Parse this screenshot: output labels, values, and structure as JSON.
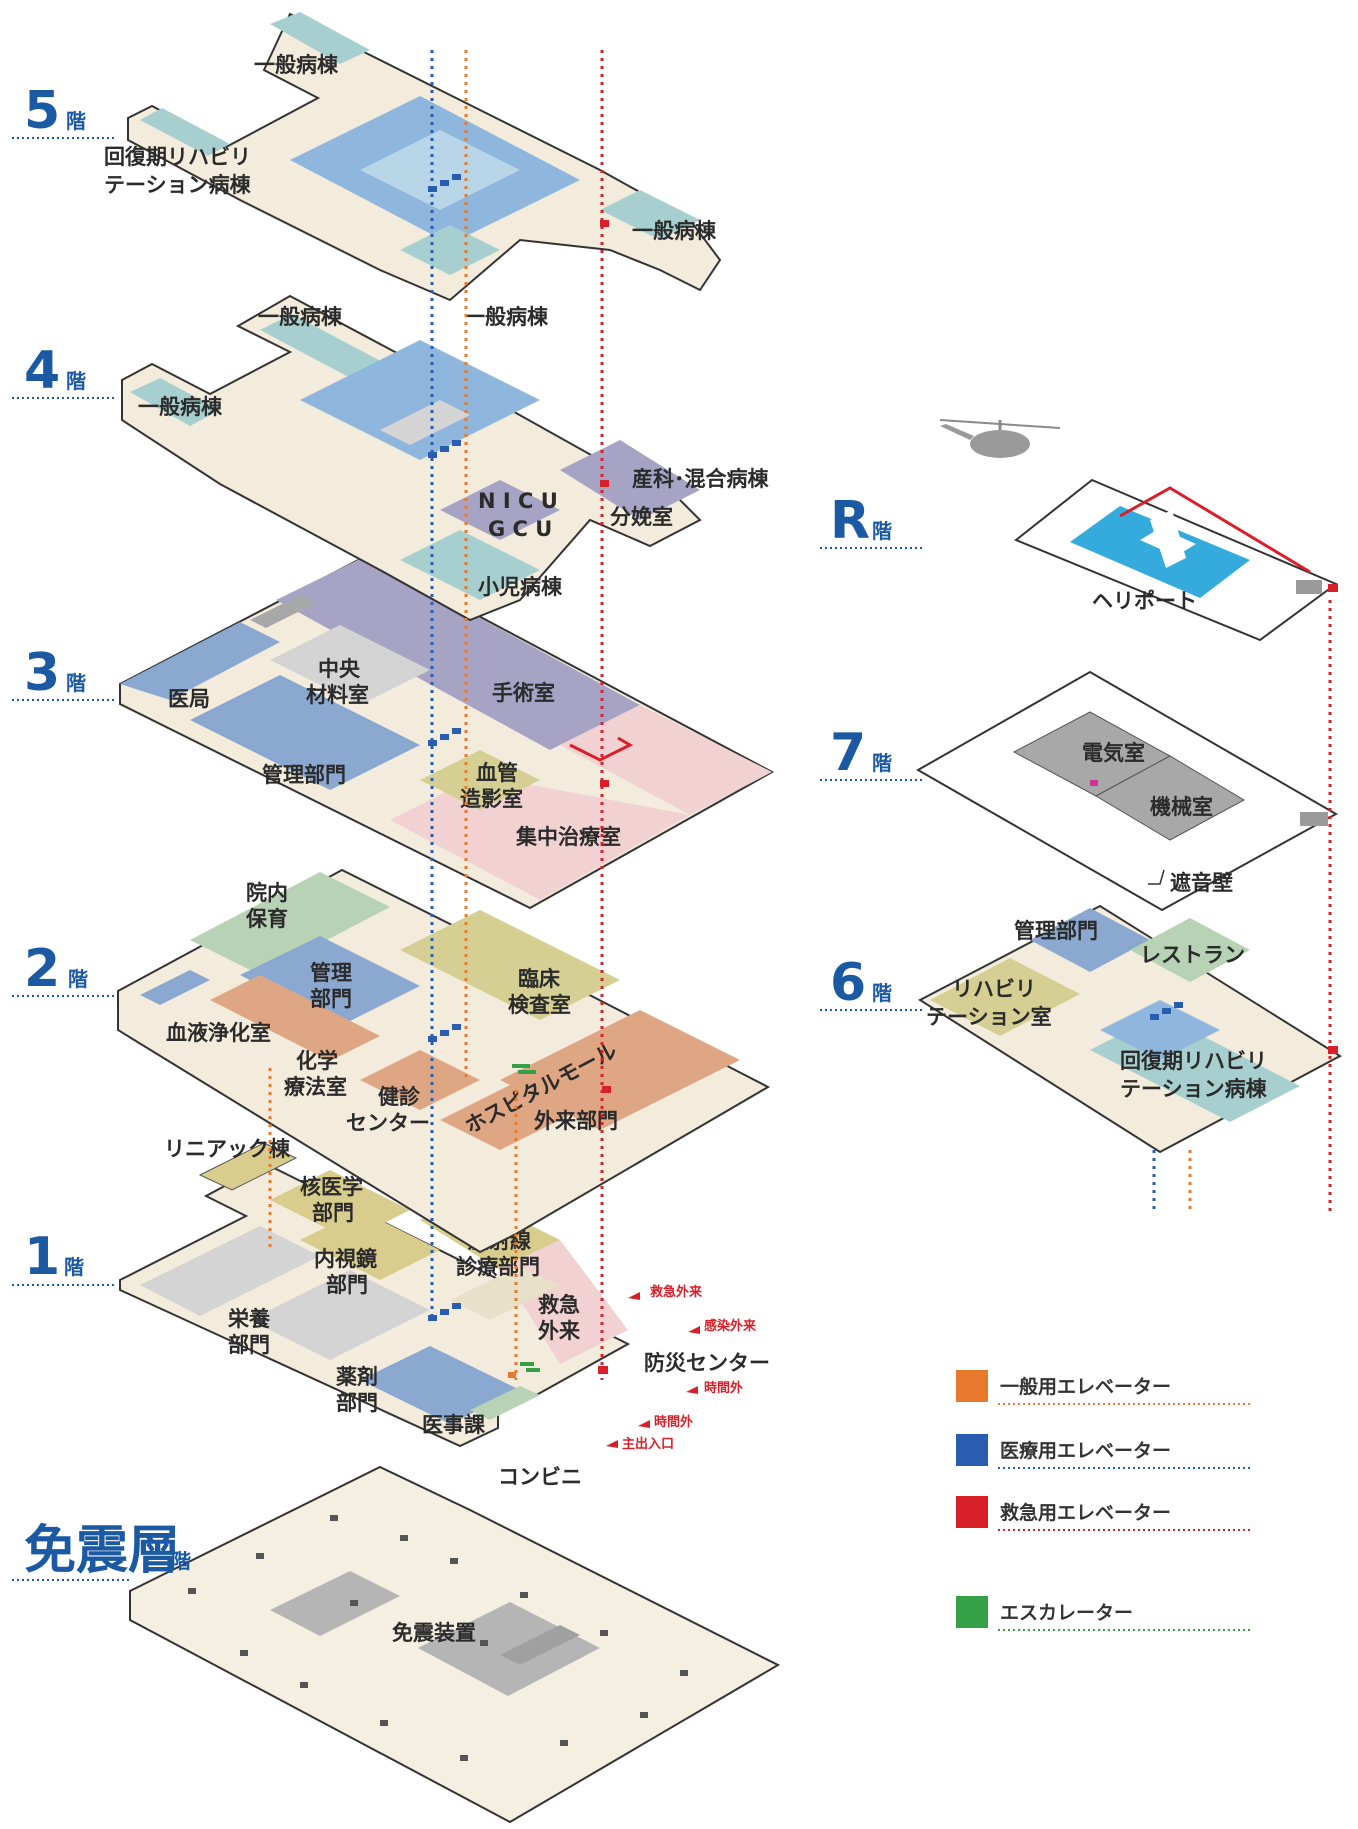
{
  "floors": {
    "f5": {
      "number": "5",
      "suffix": "階"
    },
    "f4": {
      "number": "4",
      "suffix": "階"
    },
    "f3": {
      "number": "3",
      "suffix": "階"
    },
    "f2": {
      "number": "2",
      "suffix": "階"
    },
    "f1": {
      "number": "1",
      "suffix": "階"
    },
    "fb": {
      "number": "免震層",
      "suffix": "階"
    },
    "fr": {
      "number": "R",
      "suffix": "階"
    },
    "f7": {
      "number": "7",
      "suffix": "階"
    },
    "f6": {
      "number": "6",
      "suffix": "階"
    }
  },
  "rooms": {
    "f5_general_top": "一般病棟",
    "f5_rehab_1": "回復期リハビリ",
    "f5_rehab_2": "テーション病棟",
    "f5_general_right": "一般病棟",
    "f4_general_top": "一般病棟",
    "f4_general_mid": "一般病棟",
    "f4_general_left": "一般病棟",
    "f4_maternity": "産科･混合病棟",
    "f4_nicu": "N I C U",
    "f4_gcu": "G C U",
    "f4_delivery": "分娩室",
    "f4_pediatrics": "小児病棟",
    "f3_medical_office": "医局",
    "f3_supply_1": "中央",
    "f3_supply_2": "材料室",
    "f3_surgery": "手術室",
    "f3_admin": "管理部門",
    "f3_angio_1": "血管",
    "f3_angio_2": "造影室",
    "f3_icu": "集中治療室",
    "f2_nursery_1": "院内",
    "f2_nursery_2": "保育",
    "f2_admin_1": "管理",
    "f2_admin_2": "部門",
    "f2_lab_1": "臨床",
    "f2_lab_2": "検査室",
    "f2_dialysis": "血液浄化室",
    "f2_chemo_1": "化学",
    "f2_chemo_2": "療法室",
    "f2_checkup_1": "健診",
    "f2_checkup_2": "センター",
    "f2_mall": "ホスピタルモール",
    "f2_outpatient": "外来部門",
    "f1_linac": "リニアック棟",
    "f1_nuclear_1": "核医学",
    "f1_nuclear_2": "部門",
    "f1_radio_1": "放射線",
    "f1_radio_2": "診療部門",
    "f1_endo_1": "内視鏡",
    "f1_endo_2": "部門",
    "f1_nutrition_1": "栄養",
    "f1_nutrition_2": "部門",
    "f1_er_1": "救急",
    "f1_er_2": "外来",
    "f1_disaster": "防災センター",
    "f1_pharmacy_1": "薬剤",
    "f1_pharmacy_2": "部門",
    "f1_medical_affairs": "医事課",
    "f1_convenience": "コンビニ",
    "fb_isolator": "免震装置",
    "fr_heliport": "ヘリポート",
    "f7_electric": "電気室",
    "f7_machine": "機械室",
    "f7_soundwall": "遮音壁",
    "f6_admin": "管理部門",
    "f6_restaurant": "レストラン",
    "f6_rehab_room_1": "リハビリ",
    "f6_rehab_room_2": "テーション室",
    "f6_rehab_ward_1": "回復期リハビリ",
    "f6_rehab_ward_2": "テーション病棟"
  },
  "entrances": {
    "er": "救急外来",
    "infection": "感染外来",
    "after_hours_1": "時間外",
    "after_hours_2": "時間外",
    "main": "主出入口"
  },
  "legend": [
    {
      "label": "一般用エレベーター",
      "color": "#e8792c"
    },
    {
      "label": "医療用エレベーター",
      "color": "#2a5db0"
    },
    {
      "label": "救急用エレベーター",
      "color": "#d8202a"
    },
    {
      "label": "エスカレーター",
      "color": "#35a046"
    }
  ],
  "colors": {
    "floor_label": "#1b5aa2",
    "corridor": "#f3ecdc",
    "ward": "#a7cfcf",
    "nursing": "#8fb6dd",
    "surgery": "#a7a3c4",
    "icu": "#f2d1d3",
    "admin": "#8ba8d1",
    "lab": "#d6cf94",
    "outpatient": "#dfa684",
    "support": "#d4d4d4",
    "nursery": "#b7d2b4",
    "heliport": "#35aadc"
  },
  "icons": [
    "helicopter-icon",
    "heliport-cross-icon"
  ]
}
